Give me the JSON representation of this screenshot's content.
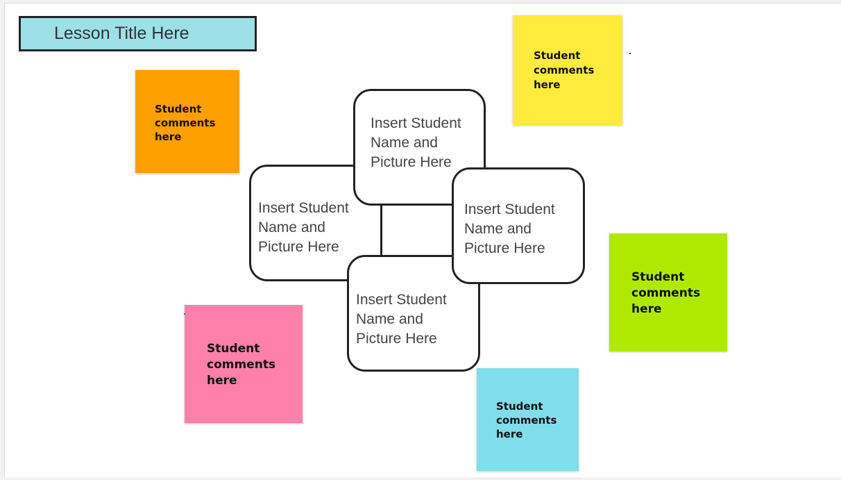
{
  "lesson": {
    "title": "Lesson Title Here"
  },
  "student_cards": [
    {
      "lines": [
        "Insert Student",
        "Name and",
        "Picture Here"
      ]
    },
    {
      "lines": [
        "Insert Student",
        "Name and",
        "Picture Here"
      ]
    },
    {
      "lines": [
        "Insert Student",
        "Name and",
        "Picture Here"
      ]
    },
    {
      "lines": [
        "Insert Student",
        "Name and",
        "Picture Here"
      ]
    }
  ],
  "sticky_notes": [
    {
      "color": "#ffa000",
      "lines": [
        "Student",
        "comments",
        "here"
      ]
    },
    {
      "color": "#ffeb3b",
      "lines": [
        "Student",
        "comments",
        "here"
      ]
    },
    {
      "color": "#aeea00",
      "lines": [
        "Student",
        "comments",
        "here"
      ]
    },
    {
      "color": "#ff80ab",
      "lines": [
        "Student",
        "comments",
        "here"
      ]
    },
    {
      "color": "#80deea",
      "lines": [
        "Student",
        "comments",
        "here"
      ]
    }
  ],
  "colors": {
    "title_fill": "#9ce0e8",
    "card_border": "#222222",
    "slide_background": "#ffffff"
  }
}
